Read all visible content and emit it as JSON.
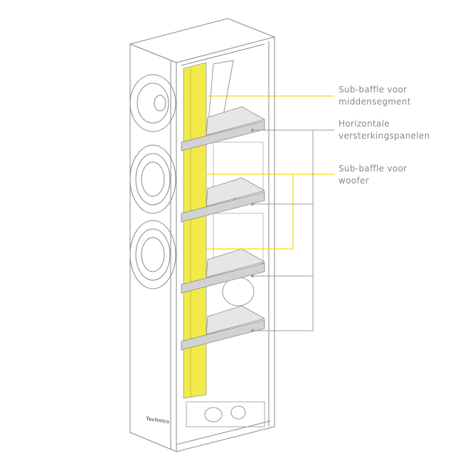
{
  "diagram": {
    "colors": {
      "accent": "#f2ea4a",
      "callout_yellow": "#f0e000",
      "callout_gray": "#999999",
      "line": "#888888"
    },
    "labels": {
      "midrange_baffle": {
        "line1": "Sub-baffle voor",
        "line2": "middensegment"
      },
      "reinforcement": {
        "line1": "Horizontale",
        "line2": "versterkingspanelen"
      },
      "woofer_baffle": {
        "line1": "Sub-baffle voor",
        "line2": "woofer"
      }
    },
    "logo": "Technics"
  }
}
